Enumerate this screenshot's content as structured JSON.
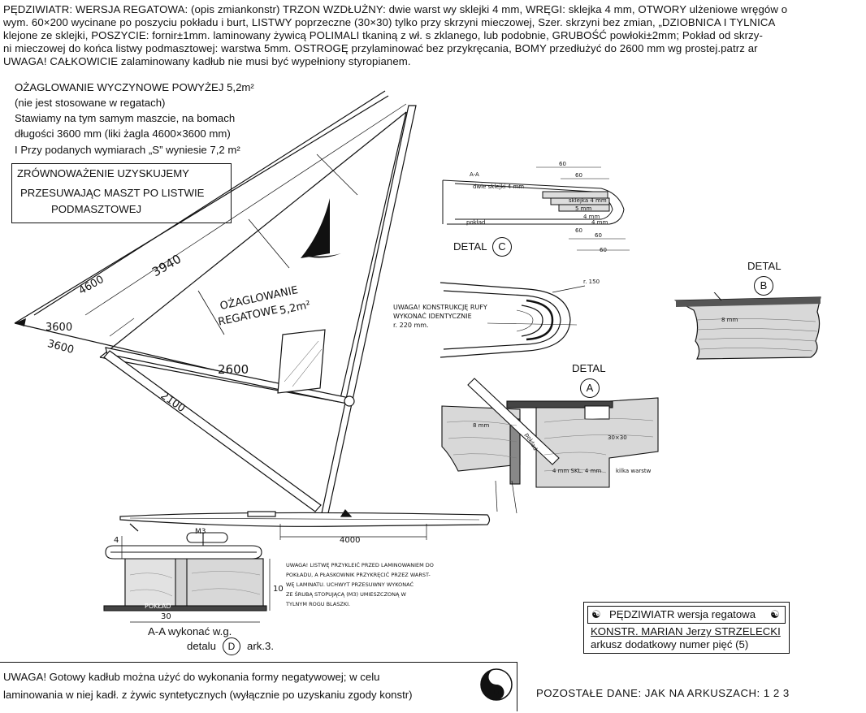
{
  "header": {
    "line1": "PĘDZIWIATR: WERSJA REGATOWA: (opis zmiankonstr) TRZON WZDŁUŻNY: dwie warst wy sklejki 4 mm, WRĘGI: sklejka 4 mm, OTWORY ulżeniowe wręgów o",
    "line2": "wym. 60×200 wycinane po poszyciu pokładu i burt, LISTWY poprzeczne (30×30) tylko przy skrzyni mieczowej, Szer. skrzyni bez zmian, „DZIOBNICA I TYLNICA",
    "line3": "klejone ze sklejki, POSZYCIE: fornir±1mm. laminowany żywicą POLIMALI tkaniną z wł. s zklanego, lub podobnie, GRUBOŚĆ powłoki±2mm; Pokład od skrzy-",
    "line4": "ni mieczowej do końca listwy podmasztowej: warstwa 5mm. OSTROGĘ przylaminować bez przykręcania, BOMY przedłużyć do 2600 mm wg prostej.patrz ar",
    "line5": "UWAGA!   CAŁKOWICIE zalaminowany kadłub nie musi być wypełniony styropianem."
  },
  "sail_note": {
    "line1": "OŻAGLOWANIE WYCZYNOWE POWYŻEJ 5,2m²",
    "line2": "(nie jest stosowane w regatach)",
    "line3": "Stawiamy na tym samym maszcie, na bomach",
    "line4": "długości 3600 mm (liki żagla 4600×3600 mm)",
    "line5": "I Przy podanych wymiarach „S” wyniesie 7,2 m²"
  },
  "balance_box": {
    "line1": "ZRÓWNOWAŻENIE UZYSKUJEMY",
    "line2": "PRZESUWAJĄC MASZT PO LISTWIE",
    "line3": "PODMASZTOWEJ"
  },
  "dimensions": {
    "d4600": "4600",
    "d3940": "3940",
    "d3600a": "3600",
    "d3600b": "3600",
    "d2600": "2600",
    "d2100": "2100",
    "d4000": "4000",
    "d30": "30",
    "d10": "10",
    "d4": "4",
    "m3": "M3"
  },
  "sail_label": {
    "line1": "OŻAGLOWANIE",
    "line2": "REGATOWE",
    "area": "5,2m²"
  },
  "detail_c": {
    "section": "A-A",
    "label": "DETAL",
    "letter": "C",
    "tags": [
      "dwie sklejki 4 mm",
      "sklejka 4 mm",
      "5 mm",
      "4 mm",
      "4 mm",
      "pokład"
    ],
    "dims": [
      "60",
      "60",
      "60",
      "60",
      "60"
    ]
  },
  "rufa_note": {
    "line1": "UWAGA! KONSTRUKCJĘ RUFY",
    "line2": "WYKONAĆ IDENTYCZNIE",
    "line3": "r. 220 mm.",
    "r150": "r. 150"
  },
  "detail_b": {
    "label": "DETAL",
    "letter": "B",
    "dim": "8 mm"
  },
  "detail_a": {
    "label": "DETAL",
    "letter": "A",
    "tags": [
      "30×30",
      "4 mm SKL. 4 mm",
      "kilka warstw",
      "pokład"
    ],
    "dim": "8 mm"
  },
  "listwy_note": {
    "line1": "UWAGA! LISTWĘ PRZYKLEIĆ PRZED LAMINOWANIEM DO",
    "line2": "POKŁADU, A PŁASKOWNIK PRZYKRĘCIĆ PRZEZ WARST-",
    "line3": "WĘ LAMINATU. UCHWYT PRZESUWNY WYKONAĆ",
    "line4": "ZE ŚRUBĄ STOPUJĄCĄ (M3) UMIESZCZONĄ W",
    "line5": "TYLNYM ROGU BLASZKI."
  },
  "section_aa": {
    "pokład": "POKŁAD",
    "line1": "A-A wykonać w.g.",
    "line2": "detalu",
    "letter": "D",
    "line3": "ark.3."
  },
  "title_block": {
    "title": "PĘDZIWIATR wersja regatowa",
    "designer": "KONSTR. MARIAN Jerzy STRZELECKI",
    "sheet": "arkusz dodatkowy numer pięć (5)"
  },
  "bottom_note": {
    "line1": "UWAGA! Gotowy kadłub można użyć do wykonania formy negatywowej; w celu",
    "line2": "laminowania w niej kadł. z żywic syntetycznych (wyłącznie po uzyskaniu zgody konstr)"
  },
  "remaining": "POZOSTAŁE DANE: JAK NA ARKUSZACH: 1 2 3"
}
